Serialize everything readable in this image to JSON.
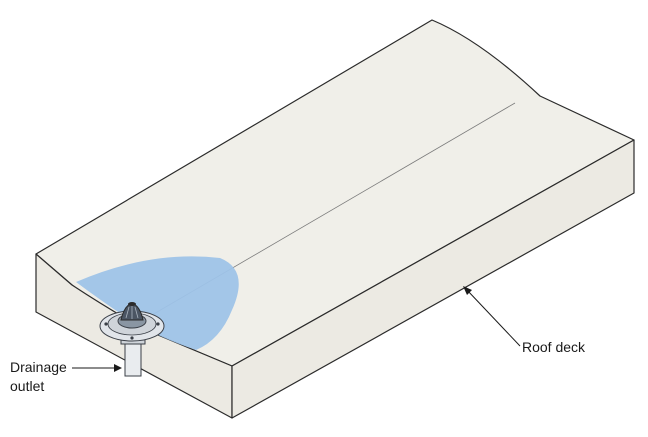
{
  "labels": {
    "roof_deck": "Roof deck",
    "drainage_outlet_line1": "Drainage",
    "drainage_outlet_line2": "outlet"
  },
  "colors": {
    "deck_fill": "#f0efe9",
    "deck_side": "#eceae3",
    "outline": "#2b2b2b",
    "drain_area": "#9ec3e8",
    "drain_metal": "#cfd4da",
    "drain_dark": "#3a3f47"
  }
}
